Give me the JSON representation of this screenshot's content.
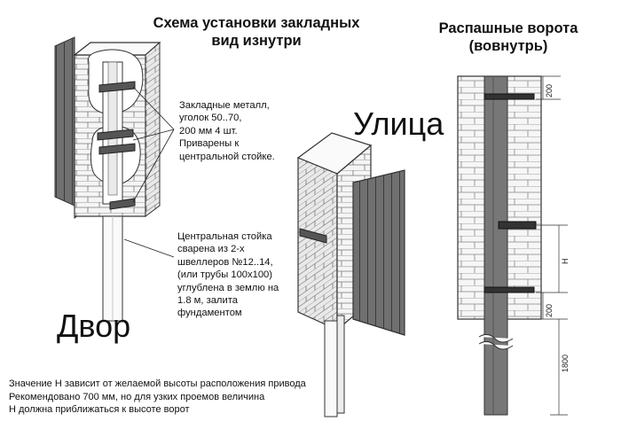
{
  "title_left": [
    "Схема установки закладных",
    "вид изнутри"
  ],
  "title_right": [
    "Распашные ворота",
    "(вовнутрь)"
  ],
  "label_street": "Улица",
  "label_yard": "Двор",
  "note_embeds": [
    "Закладные металл,",
    "уголок 50..70,",
    "200 мм 4 шт.",
    "Приварены к",
    "центральной стойке."
  ],
  "note_post": [
    "Центральная стойка",
    "сварена из 2-х",
    "швеллеров №12..14,",
    "(или трубы 100х100)",
    "углублена в землю на",
    "1.8 м, залита",
    "фундаментом"
  ],
  "footer": [
    "Значение Н зависит от желаемой высоты расположения привода",
    "Рекомендовано 700 мм, но для узких проемов величина",
    "Н должна приближаться к высоте ворот"
  ],
  "dimensions": {
    "top": "200",
    "h": "H",
    "bottom": "200",
    "depth": "1800"
  },
  "colors": {
    "line": "#333333",
    "steel": "#555555",
    "gate": "#6e6e6e",
    "brick_fill": "#f4f4f4"
  }
}
